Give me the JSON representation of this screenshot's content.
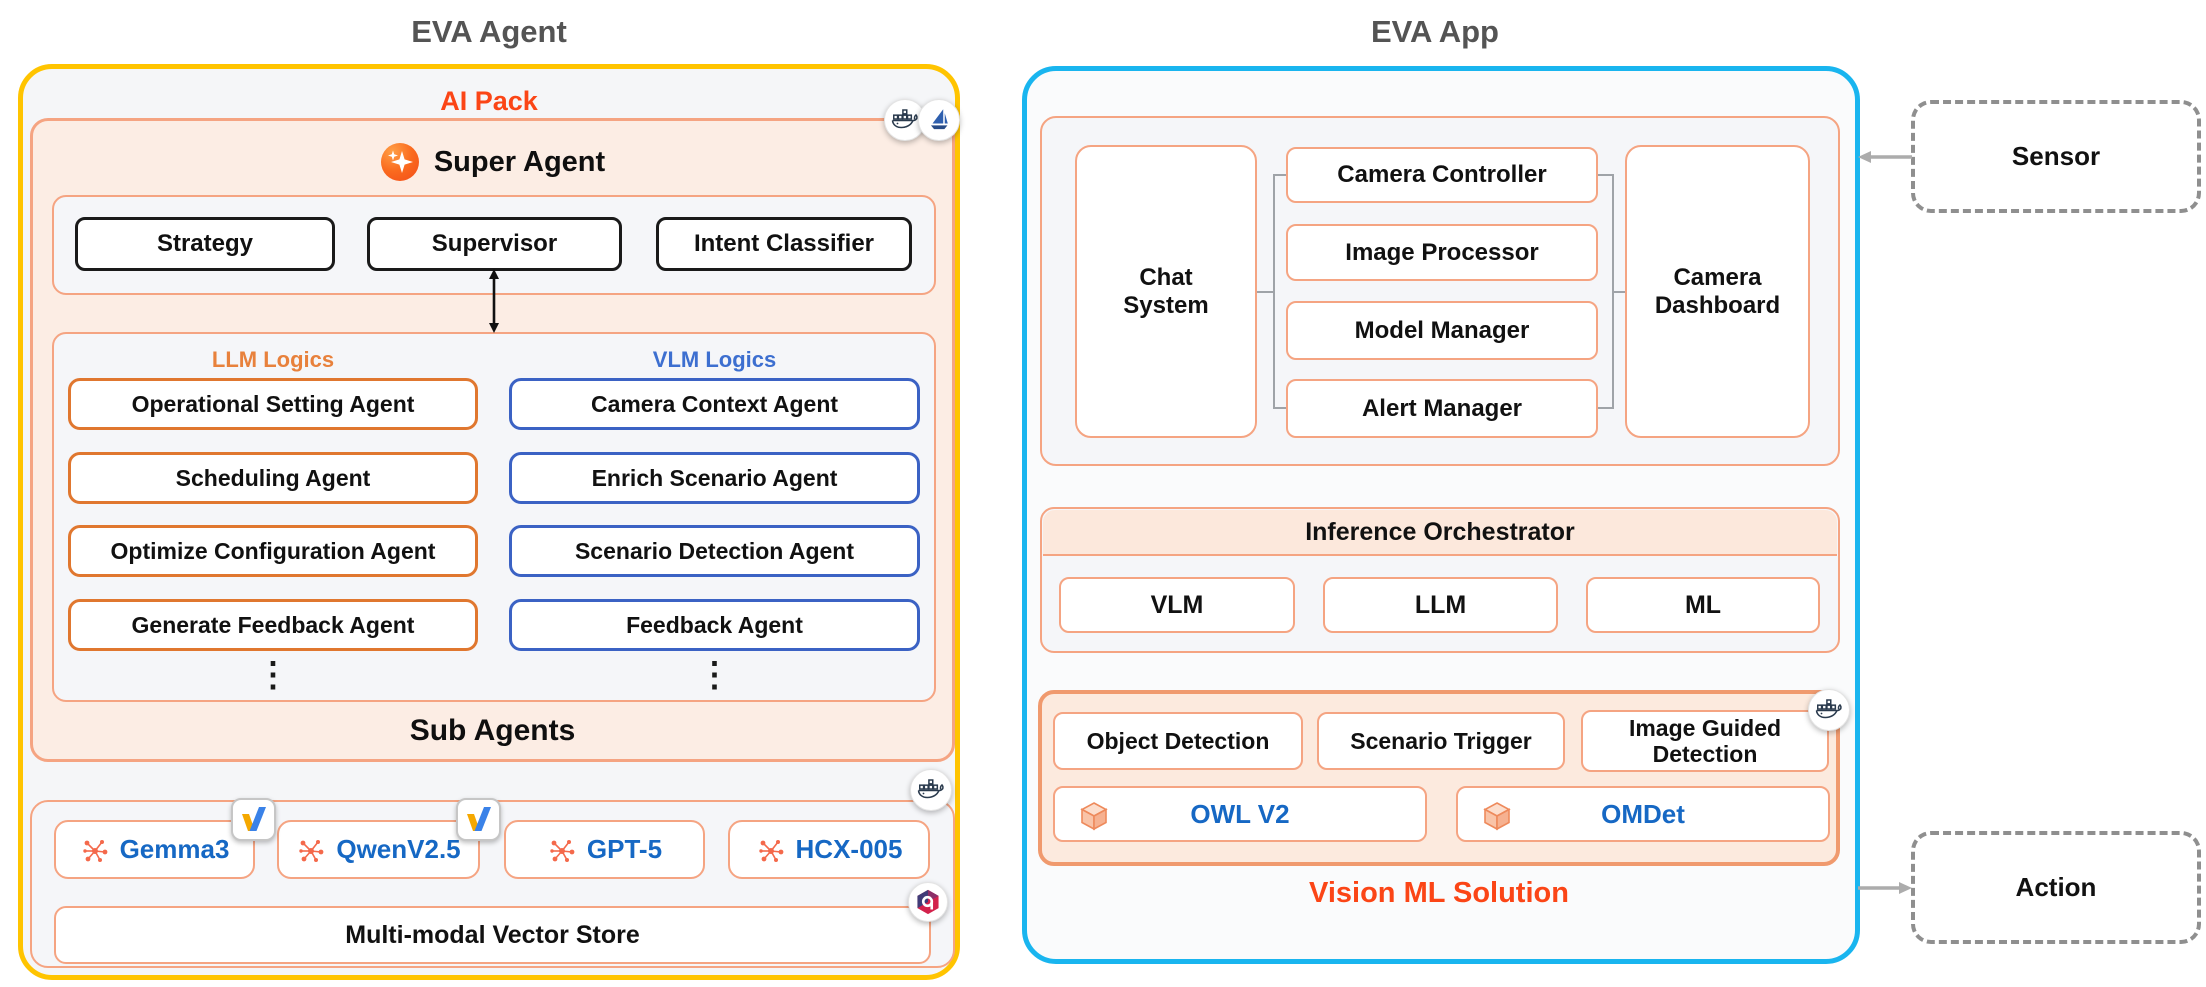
{
  "left_panel": {
    "title": "EVA Agent",
    "ai_pack_label": "AI Pack",
    "super_agent": {
      "label": "Super Agent",
      "control_boxes": [
        {
          "label": "Strategy"
        },
        {
          "label": "Supervisor"
        },
        {
          "label": "Intent Classifier"
        }
      ],
      "llm_logics": {
        "label": "LLM Logics",
        "agents": [
          {
            "label": "Operational Setting Agent"
          },
          {
            "label": "Scheduling Agent"
          },
          {
            "label": "Optimize Configuration Agent"
          },
          {
            "label": "Generate Feedback Agent"
          }
        ],
        "ellipsis": "⋮"
      },
      "vlm_logics": {
        "label": "VLM Logics",
        "agents": [
          {
            "label": "Camera Context Agent"
          },
          {
            "label": "Enrich Scenario Agent"
          },
          {
            "label": "Scenario Detection Agent"
          },
          {
            "label": "Feedback Agent"
          }
        ],
        "ellipsis": "⋮"
      },
      "sub_agents_label": "Sub Agents"
    },
    "model_store": {
      "models": [
        {
          "name": "Gemma3"
        },
        {
          "name": "QwenV2.5"
        },
        {
          "name": "GPT-5"
        },
        {
          "name": "HCX-005"
        }
      ],
      "vector_store_label": "Multi-modal Vector Store"
    }
  },
  "right_panel": {
    "title": "EVA App",
    "app_modules": {
      "chat_system_label": "Chat System",
      "pipeline": [
        {
          "label": "Camera Controller"
        },
        {
          "label": "Image Processor"
        },
        {
          "label": "Model Manager"
        },
        {
          "label": "Alert Manager"
        }
      ],
      "camera_dashboard_label": "Camera Dashboard"
    },
    "inference_orchestrator": {
      "title": "Inference Orchestrator",
      "engines": [
        {
          "label": "VLM"
        },
        {
          "label": "LLM"
        },
        {
          "label": "ML"
        }
      ]
    },
    "vision_ml": {
      "label": "Vision ML Solution",
      "capabilities": [
        {
          "label": "Object Detection"
        },
        {
          "label": "Scenario Trigger"
        },
        {
          "label": "Image Guided Detection"
        }
      ],
      "models": [
        {
          "name": "OWL V2"
        },
        {
          "name": "OMDet"
        }
      ]
    }
  },
  "external": {
    "sensor_label": "Sensor",
    "action_label": "Action"
  },
  "icons": {
    "docker": "docker-whale-icon",
    "sailboat": "sailboat-icon",
    "sparkle": "sparkle-icon",
    "vllm": "vllm-v-icon",
    "qdrant": "qdrant-icon",
    "model_network": "model-network-icon",
    "model_cube": "cube-icon"
  },
  "colors": {
    "agent_border": "#FFC400",
    "app_border": "#19B5EF",
    "peach_border": "#F5A482",
    "accent_orange_red": "#FB4516",
    "llm_orange": "#E0772F",
    "vlm_blue": "#3B62C4",
    "model_text_blue": "#1668C4",
    "title_gray": "#545454"
  }
}
